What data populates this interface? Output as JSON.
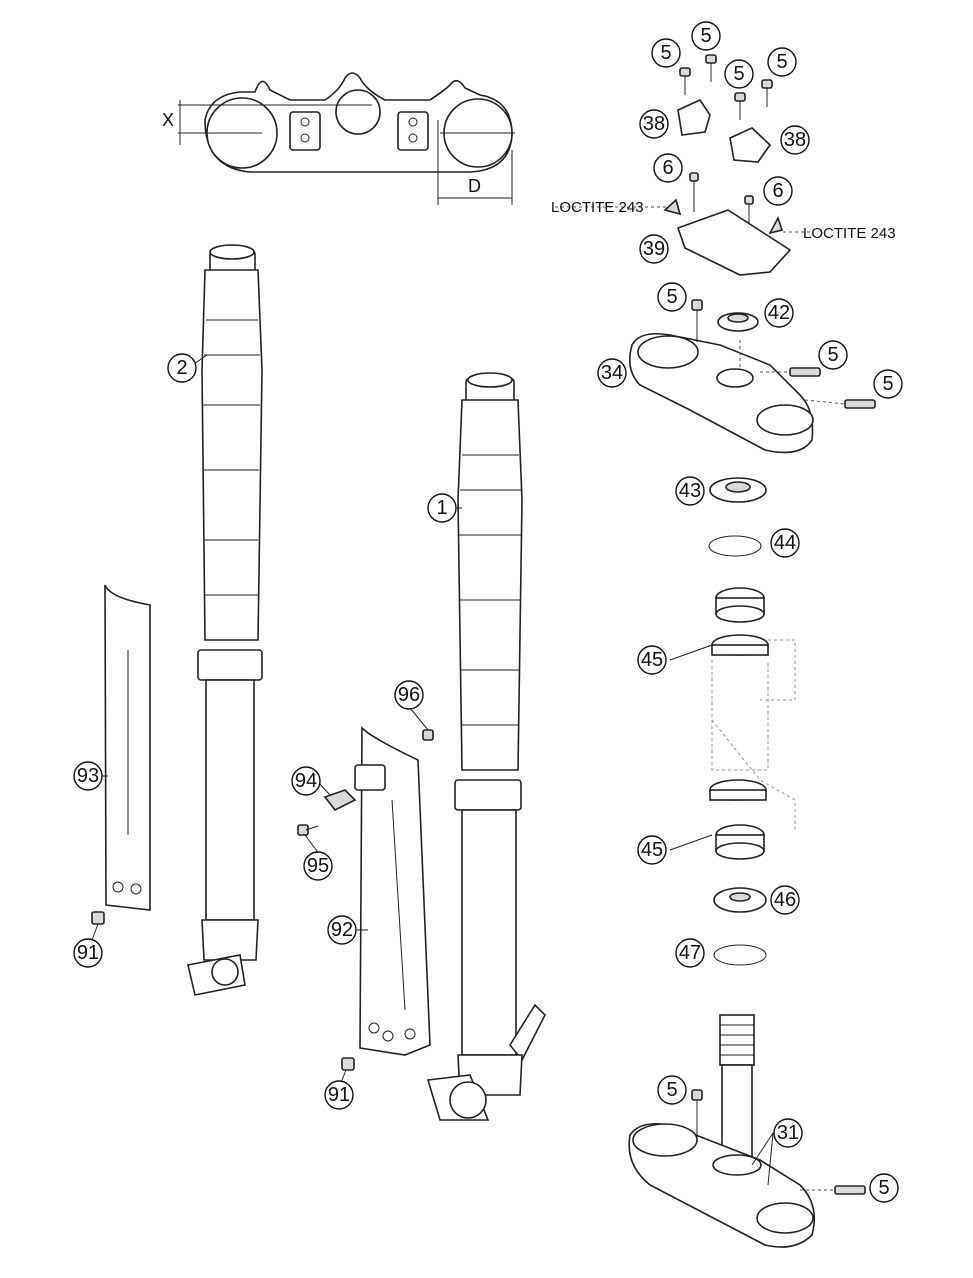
{
  "dimension_labels": {
    "x": "X",
    "d": "D"
  },
  "notes": {
    "loctite_left": "LOCTITE 243",
    "loctite_right": "LOCTITE 243"
  },
  "callouts": [
    {
      "id": "c-5a",
      "label": "5"
    },
    {
      "id": "c-5b",
      "label": "5"
    },
    {
      "id": "c-5c",
      "label": "5"
    },
    {
      "id": "c-5d",
      "label": "5"
    },
    {
      "id": "c-38a",
      "label": "38"
    },
    {
      "id": "c-38b",
      "label": "38"
    },
    {
      "id": "c-6a",
      "label": "6"
    },
    {
      "id": "c-6b",
      "label": "6"
    },
    {
      "id": "c-39",
      "label": "39"
    },
    {
      "id": "c-5e",
      "label": "5"
    },
    {
      "id": "c-42",
      "label": "42"
    },
    {
      "id": "c-34",
      "label": "34"
    },
    {
      "id": "c-5f",
      "label": "5"
    },
    {
      "id": "c-5g",
      "label": "5"
    },
    {
      "id": "c-43",
      "label": "43"
    },
    {
      "id": "c-44",
      "label": "44"
    },
    {
      "id": "c-45a",
      "label": "45"
    },
    {
      "id": "c-45b",
      "label": "45"
    },
    {
      "id": "c-46",
      "label": "46"
    },
    {
      "id": "c-47",
      "label": "47"
    },
    {
      "id": "c-5h",
      "label": "5"
    },
    {
      "id": "c-31",
      "label": "31"
    },
    {
      "id": "c-5i",
      "label": "5"
    },
    {
      "id": "c-2",
      "label": "2"
    },
    {
      "id": "c-1",
      "label": "1"
    },
    {
      "id": "c-93",
      "label": "93"
    },
    {
      "id": "c-91a",
      "label": "91"
    },
    {
      "id": "c-96",
      "label": "96"
    },
    {
      "id": "c-94",
      "label": "94"
    },
    {
      "id": "c-95",
      "label": "95"
    },
    {
      "id": "c-92",
      "label": "92"
    },
    {
      "id": "c-91b",
      "label": "91"
    }
  ]
}
